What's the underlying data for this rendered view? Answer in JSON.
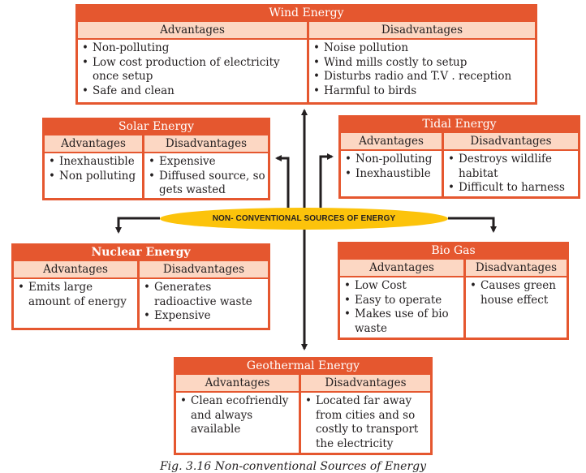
{
  "center": {
    "label": "NON- CONVENTIONAL SOURCES OF ENERGY"
  },
  "colors": {
    "box": "#e5572f",
    "header": "#fcd7c3",
    "center": "#fcc30b",
    "arrow": "#231f20"
  },
  "sources": {
    "wind": {
      "title": "Wind Energy",
      "advantages_label": "Advantages",
      "disadvantages_label": "Disadvantages",
      "advantages": [
        "Non-polluting",
        "Low cost production of electricity once setup",
        "Safe and clean"
      ],
      "disadvantages": [
        "Noise pollution",
        "Wind mills costly to setup",
        "Disturbs radio and T.V . reception",
        "Harmful to birds"
      ]
    },
    "solar": {
      "title": "Solar Energy",
      "advantages_label": "Advantages",
      "disadvantages_label": "Disadvantages",
      "advantages": [
        "Inexhaustible",
        "Non polluting"
      ],
      "disadvantages": [
        "Expensive",
        "Diffused source, so gets wasted"
      ]
    },
    "tidal": {
      "title": "Tidal Energy",
      "advantages_label": "Advantages",
      "disadvantages_label": "Disadvantages",
      "advantages": [
        "Non-polluting",
        "Inexhaustible"
      ],
      "disadvantages": [
        "Destroys wildlife habitat",
        "Difficult to harness"
      ]
    },
    "nuclear": {
      "title": "Nuclear Energy",
      "advantages_label": "Advantages",
      "disadvantages_label": "Disadvantages",
      "advantages": [
        "Emits large amount of energy"
      ],
      "disadvantages": [
        "Generates radioactive waste",
        "Expensive"
      ]
    },
    "biogas": {
      "title": "Bio Gas",
      "advantages_label": "Advantages",
      "disadvantages_label": "Disadvantages",
      "advantages": [
        "Low Cost",
        "Easy to operate",
        "Makes use of bio waste"
      ],
      "disadvantages": [
        "Causes green house effect"
      ]
    },
    "geothermal": {
      "title": "Geothermal Energy",
      "advantages_label": "Advantages",
      "disadvantages_label": "Disadvantages",
      "advantages": [
        "Clean ecofriendly and always available"
      ],
      "disadvantages": [
        "Located far away from cities and so costly to transport the electricity"
      ]
    }
  },
  "caption": "Fig. 3.16 Non-conventional Sources of Energy"
}
